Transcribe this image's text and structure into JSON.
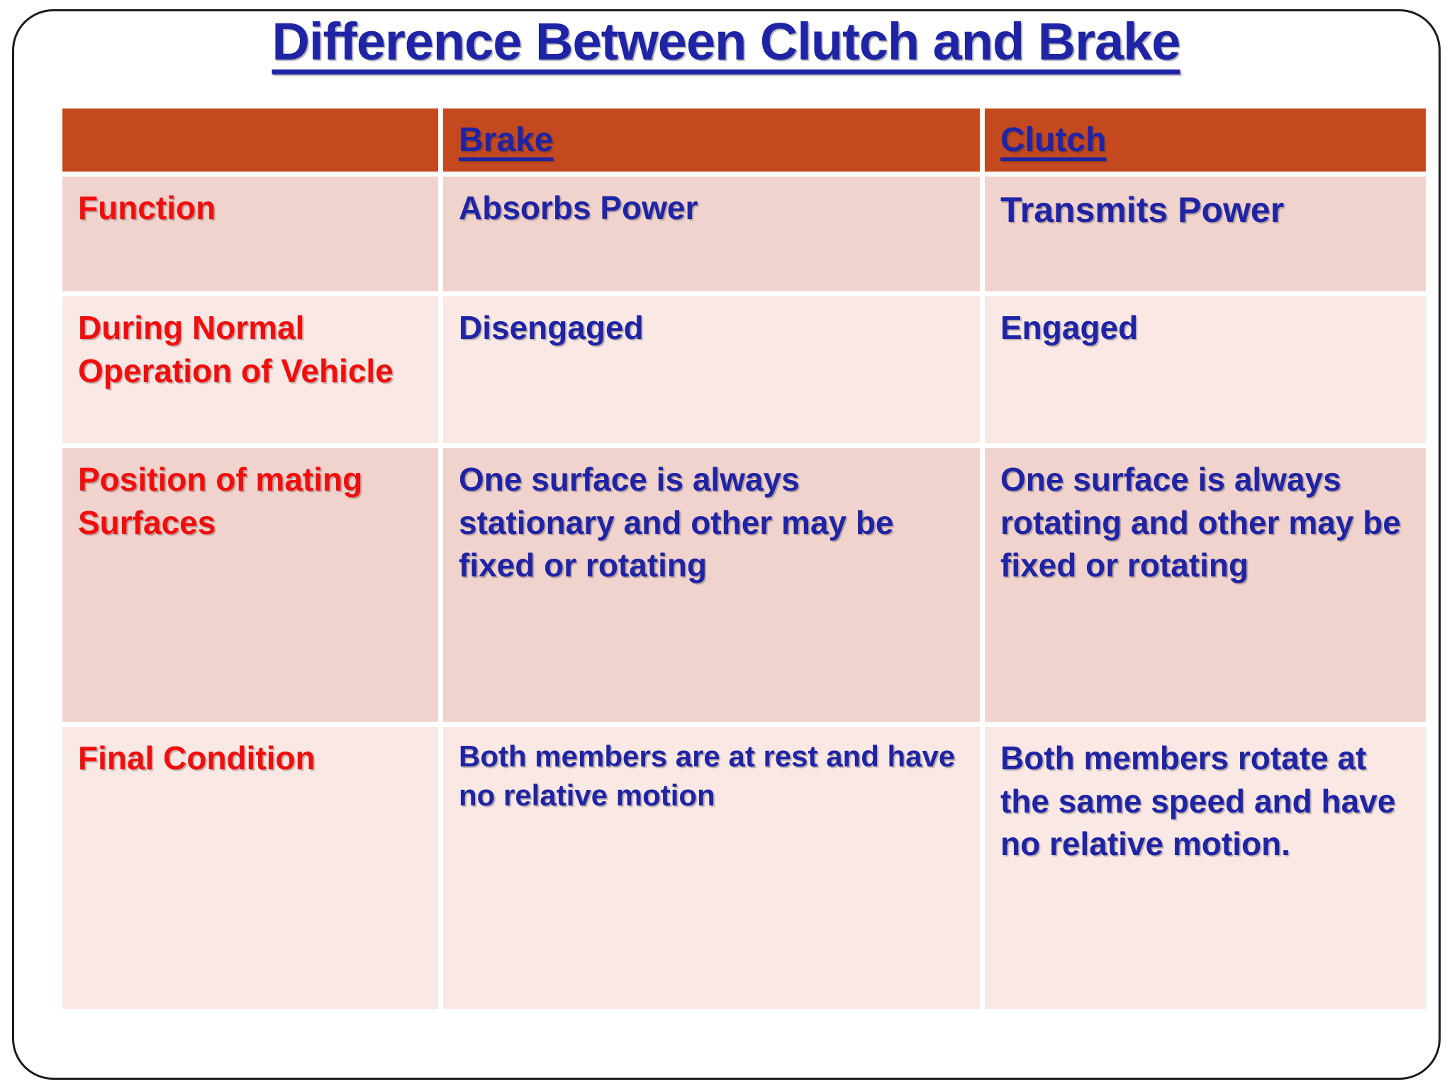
{
  "slide": {
    "title": "Difference Between Clutch and Brake",
    "table": {
      "header": {
        "col1": "",
        "col2": "Brake",
        "col3": "Clutch"
      },
      "rows": [
        {
          "label": "Function",
          "brake": "Absorbs Power",
          "clutch": "Transmits Power"
        },
        {
          "label": "During Normal Operation of Vehicle",
          "brake": "Disengaged",
          "clutch": "Engaged"
        },
        {
          "label": "Position of mating Surfaces",
          "brake": "One surface is always stationary and other may be fixed or rotating",
          "clutch": "One surface is always rotating and other may be fixed or rotating"
        },
        {
          "label": "Final Condition",
          "brake": "Both members are at rest and have no relative motion",
          "clutch": "Both members rotate at the same speed and have no relative motion."
        }
      ]
    },
    "colors": {
      "header_bg": "#C5491F",
      "row_dark_bg": "#F1D3CD",
      "row_light_bg": "#F9E8E4",
      "label_text": "#F20D0D",
      "value_text": "#1F23A5",
      "frame_border": "#1C1C1C"
    }
  }
}
